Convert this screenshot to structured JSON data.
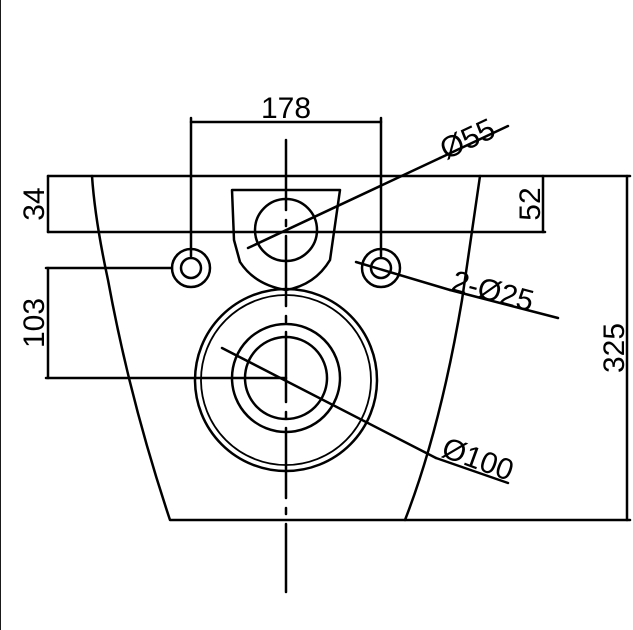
{
  "drawing": {
    "dimensions": {
      "top_width": "178",
      "top_offset": "34",
      "hole_spacing": "52",
      "total_height": "325",
      "hole_to_outlet": "103",
      "outlet_diameter": "Ø100",
      "center_hole_diameter": "Ø55",
      "side_holes": "2-Ø25"
    }
  }
}
